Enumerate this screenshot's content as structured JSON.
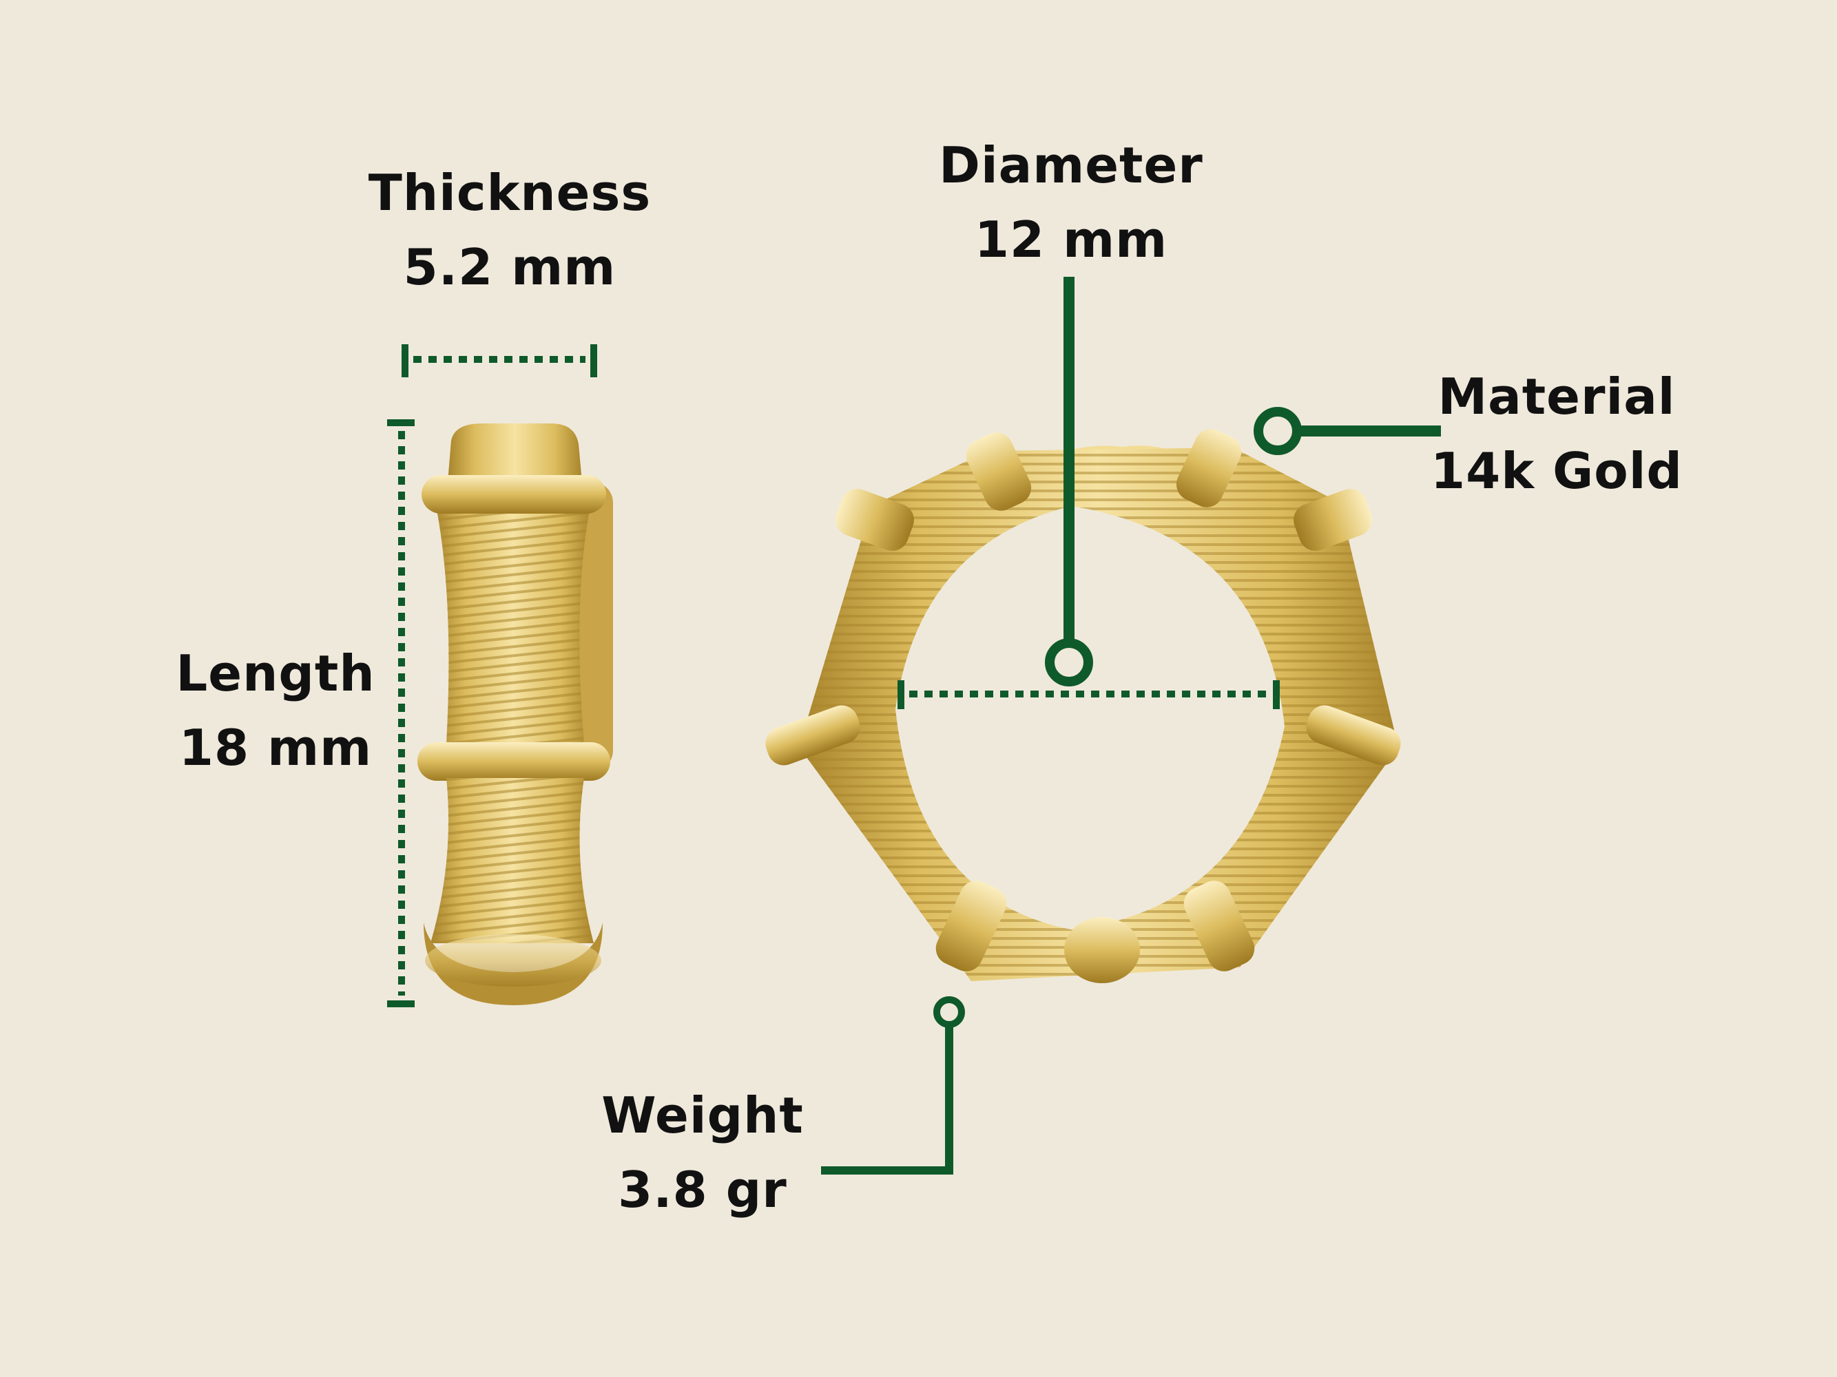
{
  "colors": {
    "background": "#efe9dc",
    "annotation": "#0f5a2a",
    "gold_light": "#f6e3a2",
    "gold_mid": "#dcbc5e",
    "gold_dark": "#a8842b",
    "text": "#111111"
  },
  "labels": {
    "thickness": {
      "title": "Thickness",
      "value": "5.2 mm"
    },
    "diameter": {
      "title": "Diameter",
      "value": "12 mm"
    },
    "material": {
      "title": "Material",
      "value": "14k Gold"
    },
    "length": {
      "title": "Length",
      "value": "18 mm"
    },
    "weight": {
      "title": "Weight",
      "value": "3.8 gr"
    }
  },
  "images": {
    "side_view": "gold-bamboo-hoop-side-view",
    "front_view": "gold-bamboo-hoop-front-view"
  }
}
